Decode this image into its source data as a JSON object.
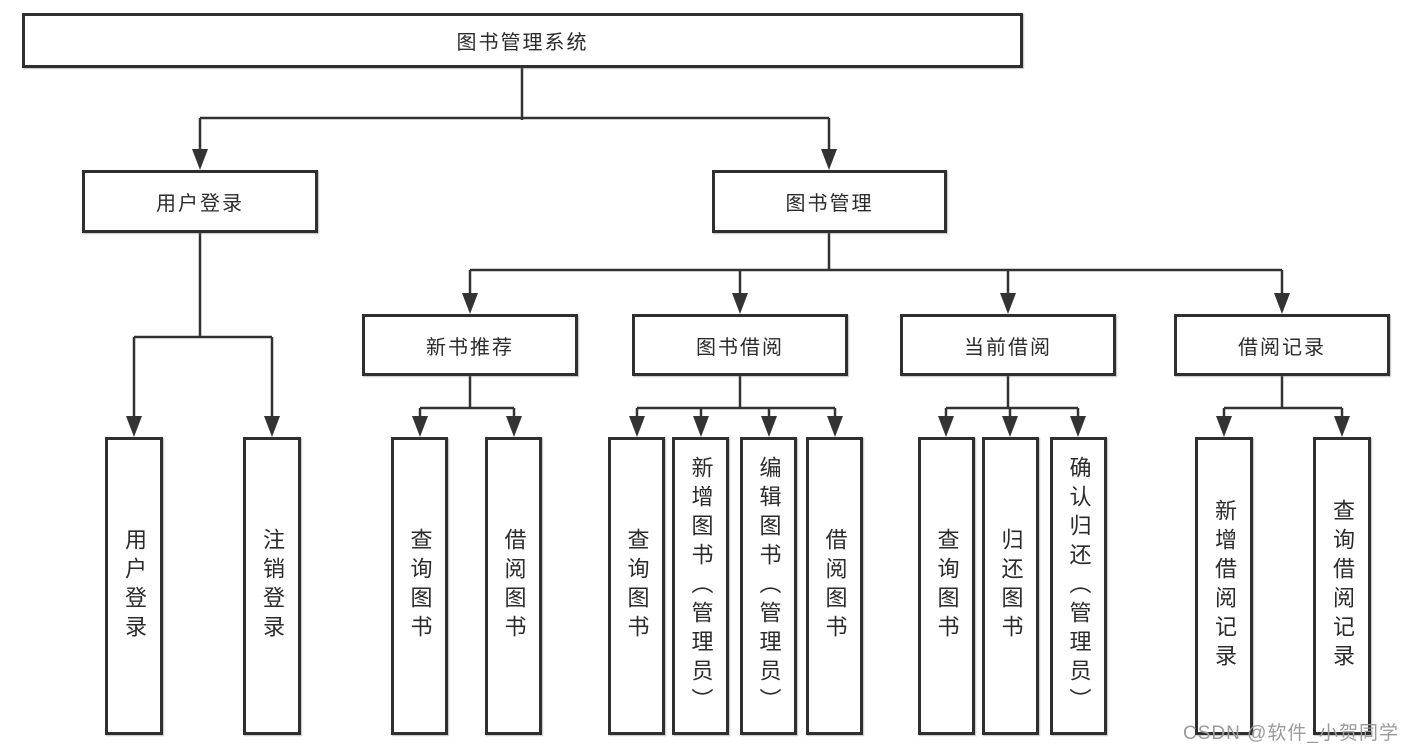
{
  "tree": {
    "root": {
      "label": "图书管理系统"
    },
    "branches": [
      {
        "label": "用户登录",
        "children": [
          {
            "label": "用户登录"
          },
          {
            "label": "注销登录"
          }
        ]
      },
      {
        "label": "图书管理",
        "children": [
          {
            "label": "新书推荐",
            "children": [
              {
                "label": "查询图书"
              },
              {
                "label": "借阅图书"
              }
            ]
          },
          {
            "label": "图书借阅",
            "children": [
              {
                "label": "查询图书"
              },
              {
                "label": "新增图书（管理员）"
              },
              {
                "label": "编辑图书（管理员）"
              },
              {
                "label": "借阅图书"
              }
            ]
          },
          {
            "label": "当前借阅",
            "children": [
              {
                "label": "查询图书"
              },
              {
                "label": "归还图书"
              },
              {
                "label": "确认归还（管理员）"
              }
            ]
          },
          {
            "label": "借阅记录",
            "children": [
              {
                "label": "新增借阅记录"
              },
              {
                "label": "查询借阅记录"
              }
            ]
          }
        ]
      }
    ]
  },
  "watermark": {
    "text": "CSDN @软件_小贺同学",
    "color": "#9b9b9b"
  },
  "colors": {
    "line": "#333333",
    "box_border": "#2f2f2f",
    "text": "#2b2b2b",
    "background": "#ffffff"
  }
}
